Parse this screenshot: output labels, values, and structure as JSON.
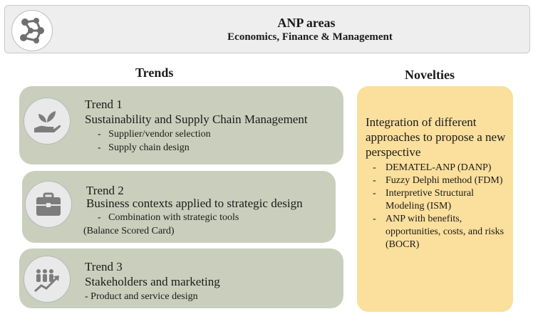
{
  "header": {
    "title": "ANP areas",
    "subtitle": "Economics, Finance & Management",
    "logo_icon": "network-molecule-icon"
  },
  "columns": {
    "trends": "Trends",
    "novelties": "Novelties"
  },
  "trends": [
    {
      "icon": "hand-plant-icon",
      "title": "Trend 1",
      "subtitle": "Sustainability and Supply Chain Management",
      "items": [
        "-   Supplier/vendor selection",
        "-   Supply chain design"
      ]
    },
    {
      "icon": "briefcase-icon",
      "title": "Trend 2",
      "subtitle": "Business contexts applied to strategic design",
      "items": [
        "-   Combination with strategic tools",
        "(Balance Scored Card)"
      ]
    },
    {
      "icon": "people-growth-icon",
      "title": "Trend 3",
      "subtitle": "Stakeholders and marketing",
      "items": [
        "- Product and service design"
      ]
    }
  ],
  "novelties": {
    "intro": "Integration of different approaches to propose a new perspective",
    "items": [
      "DEMATEL-ANP (DANP)",
      "Fuzzy Delphi method (FDM)",
      "Interpretive Structural Modeling (ISM)",
      "ANP with benefits, opportunities, costs, and risks (BOCR)"
    ],
    "dash": "-"
  },
  "colors": {
    "trend_box": "#c9cfbc",
    "novelties_box": "#fbdf9c",
    "header_bg": "#eeeeee",
    "icon_gray": "#7d7d7d"
  }
}
